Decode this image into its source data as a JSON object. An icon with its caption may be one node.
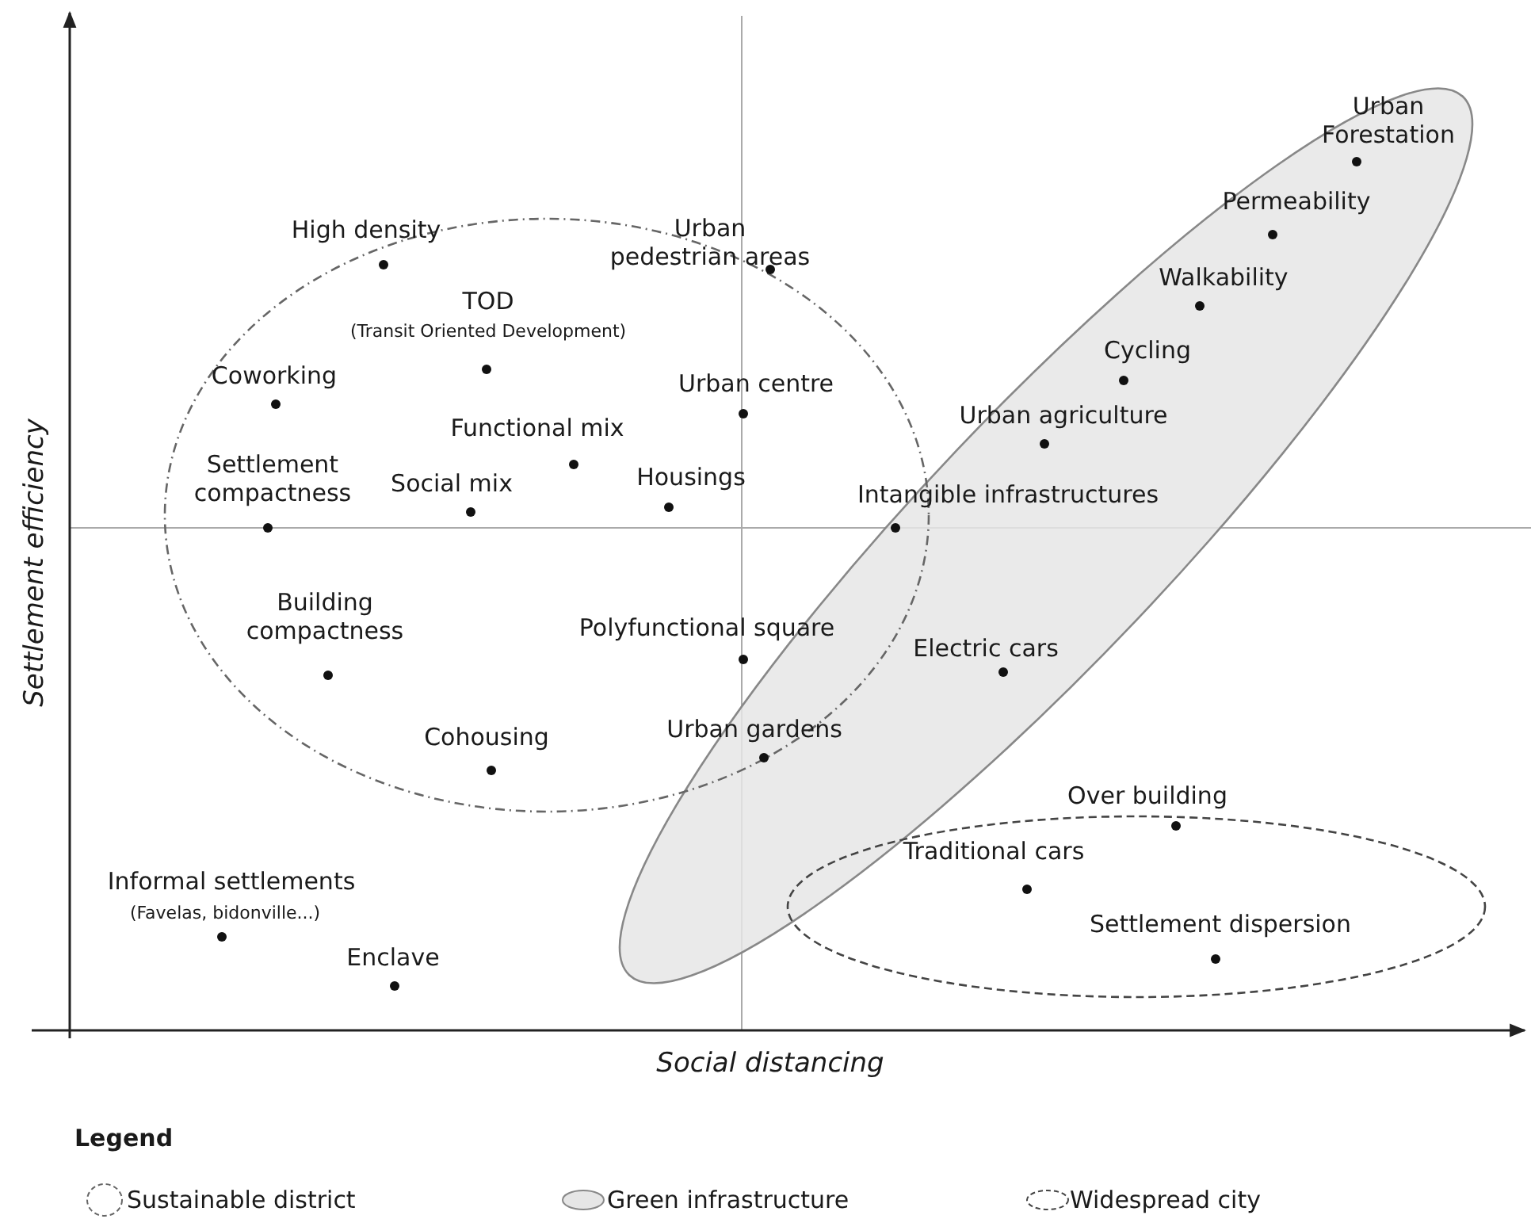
{
  "diagram": {
    "labels": [
      "Urban Forestation",
      "Permeability",
      "High density",
      "Urban pedestrian areas",
      "Walkability",
      "TOD",
      "(Transit Oriented Development)",
      "Cycling",
      "Coworking",
      "Urban centre",
      "Urban agriculture",
      "Functional mix",
      "Settlement compactness",
      "Social mix",
      "Housings",
      "Intangible infrastructures",
      "Building compactness",
      "Polyfunctional square",
      "Electric cars",
      "Cohousing",
      "Urban gardens",
      "Over building",
      "Traditional cars",
      "Informal settlements",
      "(Favelas, bidonville...)",
      "Settlement dispersion",
      "Enclave",
      "Settlement efficiency",
      "Social distancing",
      "Legend"
    ],
    "legend": [
      {
        "text": "Sustainable district"
      },
      {
        "text": "Green infrastructure"
      },
      {
        "text": "Widespread city"
      }
    ]
  }
}
